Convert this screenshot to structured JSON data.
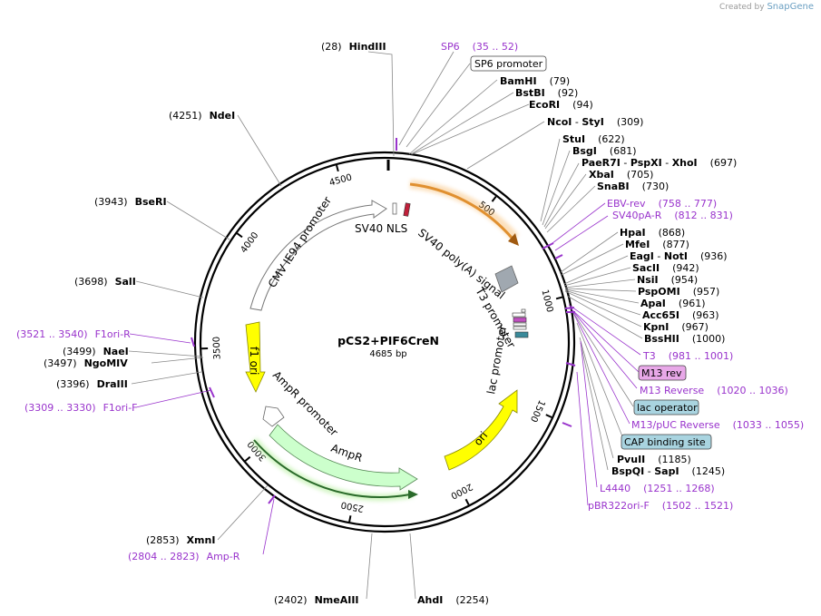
{
  "credit": {
    "prefix": "Created by",
    "brand": "SnapGene"
  },
  "plasmid": {
    "name": "pCS2+PIF6CreN",
    "length_label": "4685 bp",
    "length": 4685
  },
  "ticks": [
    "500",
    "1000",
    "1500",
    "2000",
    "2500",
    "3000",
    "3500",
    "4000",
    "4500"
  ],
  "features": {
    "sv40_nls": "SV40 NLS",
    "cmv": "CMV IE94 promoter",
    "sv40_polya": "SV40 poly(A) signal",
    "t3_promoter": "T3 promoter",
    "lac_promoter": "lac promoter",
    "f1_ori": "f1 ori",
    "ampr_promoter": "AmpR promoter",
    "ampr": "AmpR",
    "ori": "ori"
  },
  "labels": {
    "hindiii": {
      "pos": "(28)",
      "name": "HindIII"
    },
    "sp6": {
      "name": "SP6",
      "pos": "(35 .. 52)"
    },
    "sp6_promoter": {
      "name": "SP6 promoter"
    },
    "bamhi": {
      "name": "BamHI",
      "pos": "(79)"
    },
    "bstbi": {
      "name": "BstBI",
      "pos": "(92)"
    },
    "ecori": {
      "name": "EcoRI",
      "pos": "(94)"
    },
    "ncoi": {
      "name": "NcoI",
      "sep": " - ",
      "name2": "StyI",
      "pos": "(309)"
    },
    "stui": {
      "name": "StuI",
      "pos": "(622)"
    },
    "bsgi": {
      "name": "BsgI",
      "pos": "(681)"
    },
    "paer7i": {
      "name": "PaeR7I",
      "sep": " - ",
      "name2": "PspXI",
      "sep2": " - ",
      "name3": "XhoI",
      "pos": "(697)"
    },
    "xbai": {
      "name": "XbaI",
      "pos": "(705)"
    },
    "snabi": {
      "name": "SnaBI",
      "pos": "(730)"
    },
    "ebv_rev": {
      "name": "EBV-rev",
      "pos": "(758 .. 777)"
    },
    "sv40pa_r": {
      "name": "SV40pA-R",
      "pos": "(812 .. 831)"
    },
    "hpai": {
      "name": "HpaI",
      "pos": "(868)"
    },
    "mfei": {
      "name": "MfeI",
      "pos": "(877)"
    },
    "eagi": {
      "name": "EagI",
      "sep": " - ",
      "name2": "NotI",
      "pos": "(936)"
    },
    "sacii": {
      "name": "SacII",
      "pos": "(942)"
    },
    "nsii": {
      "name": "NsiI",
      "pos": "(954)"
    },
    "pspomi": {
      "name": "PspOMI",
      "pos": "(957)"
    },
    "apai": {
      "name": "ApaI",
      "pos": "(961)"
    },
    "acc65i": {
      "name": "Acc65I",
      "pos": "(963)"
    },
    "kpni": {
      "name": "KpnI",
      "pos": "(967)"
    },
    "bsshii": {
      "name": "BssHII",
      "pos": "(1000)"
    },
    "t3": {
      "name": "T3",
      "pos": "(981 .. 1001)"
    },
    "m13_rev": {
      "name": "M13 rev"
    },
    "m13_reverse": {
      "name": "M13 Reverse",
      "pos": "(1020 .. 1036)"
    },
    "lac_operator": {
      "name": "lac operator"
    },
    "m13_puc_reverse": {
      "name": "M13/pUC Reverse",
      "pos": "(1033 .. 1055)"
    },
    "cap_site": {
      "name": "CAP binding site"
    },
    "pvuii": {
      "name": "PvuII",
      "pos": "(1185)"
    },
    "bspqi": {
      "name": "BspQI",
      "sep": " - ",
      "name2": "SapI",
      "pos": "(1245)"
    },
    "l4440": {
      "name": "L4440",
      "pos": "(1251 .. 1268)"
    },
    "pbr322ori_f": {
      "name": "pBR322ori-F",
      "pos": "(1502 .. 1521)"
    },
    "ahdi": {
      "name": "AhdI",
      "pos": "(2254)"
    },
    "nmeaiii": {
      "pos": "(2402)",
      "name": "NmeAIII"
    },
    "amp_r": {
      "pos": "(2804 .. 2823)",
      "name": "Amp-R"
    },
    "xmni": {
      "pos": "(2853)",
      "name": "XmnI"
    },
    "f1ori_f": {
      "pos": "(3309 .. 3330)",
      "name": "F1ori-F"
    },
    "draiii": {
      "pos": "(3396)",
      "name": "DraIII"
    },
    "ngomiv": {
      "pos": "(3497)",
      "name": "NgoMIV"
    },
    "naei": {
      "pos": "(3499)",
      "name": "NaeI"
    },
    "f1ori_r": {
      "pos": "(3521 .. 3540)",
      "name": "F1ori-R"
    },
    "sali": {
      "pos": "(3698)",
      "name": "SalI"
    },
    "bseri": {
      "pos": "(3943)",
      "name": "BseRI"
    },
    "ndei": {
      "pos": "(4251)",
      "name": "NdeI"
    }
  },
  "colors": {
    "primer": "#9933cc",
    "enzyme": "#000000",
    "sv40_polya": "#f5a742",
    "f1_ori": "#ffff00",
    "ori": "#ffff00",
    "ampr": "#ccffcc",
    "t3_promoter": "#a0a8b0",
    "box_blue": "#a9d4e0",
    "box_pink": "#e8a8e8"
  }
}
